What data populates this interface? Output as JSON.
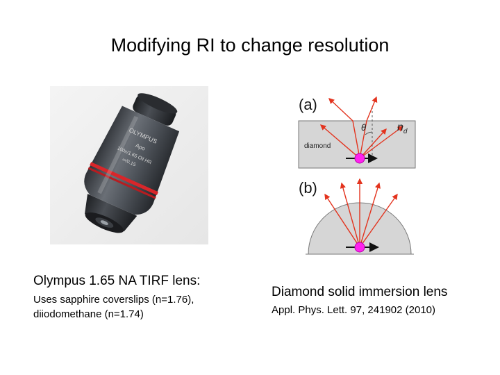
{
  "title": "Modifying RI to change resolution",
  "lens": {
    "caption": "Olympus 1.65 NA TIRF lens:",
    "detail_lines": [
      "Uses sapphire coverslips (n=1.76),",
      "diiodomethane (n=1.74)"
    ],
    "engraving": [
      "OLYMPUS",
      "Apo",
      "100x/1.65 Oil HR",
      "∞/0.15"
    ]
  },
  "diagram": {
    "panel_a_label": "(a)",
    "panel_b_label": "(b)",
    "theta_symbol": "θ",
    "index_symbol": "n",
    "index_subscript": "d",
    "material_label": "diamond",
    "caption": "Diamond solid immersion lens",
    "reference": "Appl. Phys. Lett. 97, 241902 (2010)"
  },
  "colors": {
    "ray": "#e3331e",
    "emitter": "#ff22ee",
    "diamond_fill": "#d6d6d6",
    "lens_body": "#4b4f55",
    "lens_ring": "#d8262a"
  }
}
